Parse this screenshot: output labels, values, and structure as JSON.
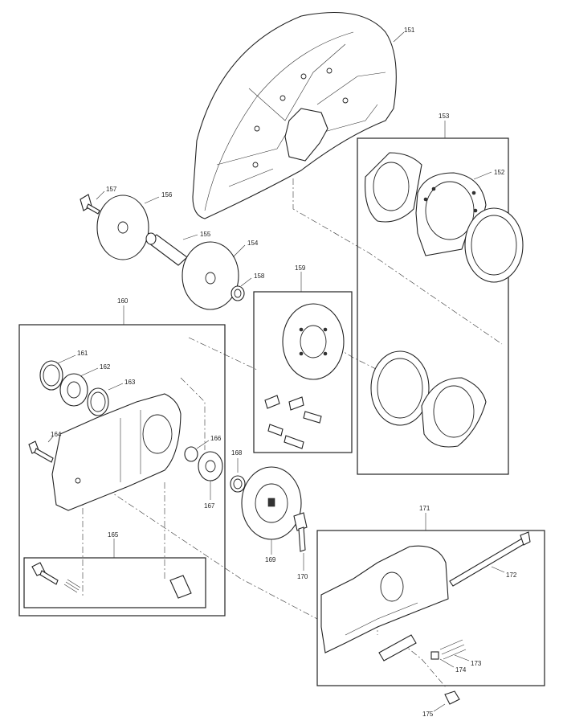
{
  "callouts": {
    "c151": "151",
    "c152": "152",
    "c153": "153",
    "c154": "154",
    "c155": "155",
    "c156": "156",
    "c157": "157",
    "c158": "158",
    "c159": "159",
    "c160": "160",
    "c161": "161",
    "c162": "162",
    "c163": "163",
    "c164": "164",
    "c165": "165",
    "c166": "166",
    "c167": "167",
    "c168": "168",
    "c169": "169",
    "c170": "170",
    "c171": "171",
    "c172": "172",
    "c173": "173",
    "c174": "174",
    "c175": "175"
  },
  "colors": {
    "line": "#222222",
    "background": "#ffffff"
  }
}
